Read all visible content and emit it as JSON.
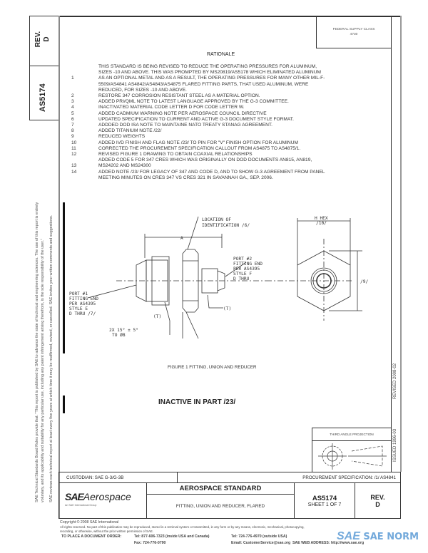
{
  "side_tab": {
    "rev_label": "REV.",
    "rev_value": "D",
    "doc_number": "AS5174"
  },
  "fsc_box": {
    "line1": "FEDERAL SUPPLY CLASS",
    "line2": "4730"
  },
  "disclaimer": [
    "SAE Technical Standards Board Rules provide that: \"This report is published by SAE to advance the state of technical and engineering sciences. The use of this report is entirely",
    "voluntary, and its applicability and suitability for any particular use, including any patent infringement arising therefrom, is the sole responsibility of the user.\"",
    "SAE reviews each technical report at least every five years at which time it may be reaffirmed, revised, or cancelled. SAE invites your written comments and suggestions."
  ],
  "rationale": {
    "title": "RATIONALE",
    "intro": [
      "THIS STANDARD IS BEING REVISED TO REDUCE THE OPERATING PRESSURES FOR ALUMINUM,",
      "SIZES -10 AND ABOVE.  THIS WAS PROMPTED BY MS20819/AS5178 WHICH ELIMINATED ALUMINUM"
    ],
    "items": [
      {
        "num": "1",
        "lines": [
          "AS AN OPTIONAL METAL AND AS A RESULT, THE OPERATING PRESSURES FOR MANY OTHER MIL-F-",
          "5509/AS4841 AS4842/AS4843/AS4875 FLARED FITTING PARTS, THAT USED ALUMINUM, WERE",
          "REDUCED, FOR SIZES -10 AND ABOVE."
        ]
      },
      {
        "num": "2",
        "lines": [
          "RESTORE 347 CORROSION RESISTANT STEEL AS A MATERIAL OPTION."
        ]
      },
      {
        "num": "3",
        "lines": [
          "ADDED PRI/QML NOTE TO LATEST LANGUAGE APPROVED BY THE G-3 COMMITTEE."
        ]
      },
      {
        "num": "4",
        "lines": [
          "INACTIVATED MATERIAL CODE LETTER D FOR CODE LETTER W."
        ]
      },
      {
        "num": "5",
        "lines": [
          "ADDED CADMIUM WARNING NOTE PER AEROSPACE COUNCIL DIRECTIVE"
        ]
      },
      {
        "num": "6",
        "lines": [
          "UPDATED SPECIFICATION TO CURRENT AND ACTIVE G-3 DOCUMENT STYLE FORMAT."
        ]
      },
      {
        "num": "7",
        "lines": [
          "ADDDED DOD ISA NOTE TO MAINTAINE NATO TREATY STANAG AGREEMENT."
        ]
      },
      {
        "num": "8",
        "lines": [
          "ADDED TITANIUM NOTE /22/"
        ]
      },
      {
        "num": "9",
        "lines": [
          "REDUCED WEIGHTS"
        ]
      },
      {
        "num": "10",
        "lines": [
          "ADDED IVD FINISH AND FLAG NOTE /23/ TO PIN FOR \"V\" FINISH OPTION FOR ALUMINUM"
        ]
      },
      {
        "num": "11",
        "lines": [
          "CORRECTED THE PROCUREMENT SPECIFICATION CALLOUT FROM AS4875 TO AS4875/1."
        ]
      },
      {
        "num": "12",
        "lines": [
          "REVISED FIGURE 1 DRAWING TO OBTAIN COAXIAL RELATIONSHIPS",
          "ADDED CODE 5  FOR 347 CRES  WHICH WAS  ORIGINALLY ON DOD DOCUMENTS AN815, AN819,"
        ]
      },
      {
        "num": "13",
        "lines": [
          "MS24202 AND MS24300"
        ]
      },
      {
        "num": "14",
        "lines": [
          "ADDED NOTE /23/ FOR LEGACY OF 347 AND CODE D,  AND TO SHOW G-3 AGREEMENT FROM PANEL",
          "MEETING MINUTES ON CRES 347 VS CRES 321  IN SAVANNAH GA., SEP. 2006."
        ]
      }
    ]
  },
  "figure": {
    "labels": {
      "location": "LOCATION OF",
      "identification": "IDENTIFICATION /6/",
      "dim_a": "A",
      "port1": [
        "PORT #1",
        "FITTING END",
        "PER AS4395",
        "STYLE E",
        "D THRU /7/"
      ],
      "port2": [
        "PORT #2",
        "FITTING END",
        "PER AS4395",
        "STYLE F",
        "D THRU"
      ],
      "thread1": "(T)",
      "thread2": "(T)",
      "angle": [
        "2X 15° ± 5°",
        "TO ØB"
      ],
      "hex": [
        "H HEX",
        "/10/"
      ],
      "across": "/9/"
    },
    "caption": "FIGURE 1  FITTING, UNION AND REDUCER"
  },
  "inactive_notice": "INACTIVE IN PART /23/",
  "projection": {
    "label": "THIRD ANGLE PROJECTION"
  },
  "dates": {
    "revised": "REVISED 2008-02",
    "issued": "ISSUED 1996-03"
  },
  "custodian": "CUSTODIAN: SAE G-3/G-3B",
  "procurement": "PROCUREMENT SPECIFICATION: /1/ AS4841",
  "title_block": {
    "logo_sae": "SAE",
    "logo_aerospace": "Aerospace",
    "logo_tagline": "An SAE International Group",
    "standard_type": "AEROSPACE STANDARD",
    "doc_title": "FITTING, UNION AND REDUCER, FLARED",
    "doc_number": "AS5174",
    "sheet": "SHEET 1 OF 7",
    "rev_label": "REV.",
    "rev_value": "D"
  },
  "footer": {
    "copyright": "Copyright © 2008 SAE International",
    "rights": "All rights reserved. No part of this publication may be reproduced, stored in a retrieval system or transmitted, in any form or by any means, electronic, mechanical, photocopying,",
    "rights2": "recording, or otherwise, without the prior written permission of SAE.",
    "order_label": "TO PLACE A DOCUMENT ORDER:",
    "tel_us": "Tel: 877-606-7323 (inside USA and Canada)",
    "fax": "Fax: 724-776-0790",
    "tel_intl": "Tel: 724-776-4970 (outside USA)",
    "email": "Email: CustomerService@sae.org",
    "web": "SAE WEB ADDRESS: http://www.sae.org"
  },
  "watermark": {
    "text": "SAE NORM",
    "logo": "SAE",
    "color": "#5b9bd5"
  }
}
